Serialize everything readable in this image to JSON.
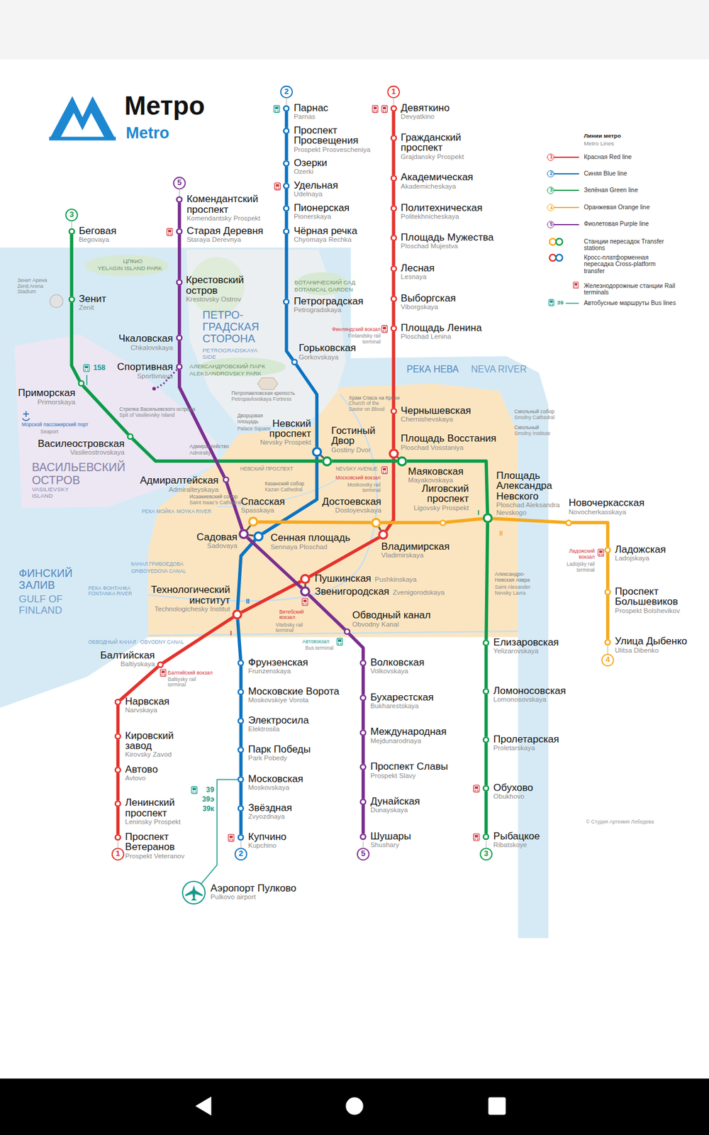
{
  "diagram": {
    "title": "Метро",
    "nodes": [
      {
        "text": [
          "Девяткино",
          "Devyatkino"
        ]
      },
      {
        "text": [
          "Гражданский проспект",
          "Grajdansky Prospekt"
        ]
      },
      {
        "text": [
          "Академическая",
          "Akademicheskaya"
        ]
      },
      {
        "text": [
          "Политехническая",
          "Politekhnicheskaya"
        ]
      },
      {
        "text": [
          "Площадь Мужества",
          "Ploschad Mujestva"
        ]
      },
      {
        "text": [
          "Лесная",
          "Lesnaya"
        ]
      },
      {
        "text": [
          "Выборгская",
          "Viborgskaya"
        ]
      },
      {
        "text": [
          "Площадь Ленина",
          "Ploschad Lenina"
        ]
      },
      {
        "text": [
          "Чернышевская",
          "Chernishevskaya"
        ]
      },
      {
        "text": [
          "Площадь Восстания",
          "Ploschad Vosstaniya"
        ]
      },
      {
        "text": [
          "Владимирская",
          "Vladimirskaya"
        ]
      },
      {
        "text": [
          "Пушкинская",
          "Pushkinskaya"
        ]
      },
      {
        "text": [
          "Технологический институт",
          "Technologichesky Institut"
        ]
      },
      {
        "text": [
          "Балтийская",
          "Baltiyskaya"
        ]
      },
      {
        "text": [
          "Нарвская",
          "Narvskaya"
        ]
      },
      {
        "text": [
          "Кировский завод",
          "Kirovsky Zavod"
        ]
      },
      {
        "text": [
          "Автово",
          "Avtovo"
        ]
      },
      {
        "text": [
          "Ленинский проспект",
          "Leninsky Prospekt"
        ]
      },
      {
        "text": [
          "Проспект Ветеранов",
          "Prospekt Veteranov"
        ]
      },
      {
        "text": [
          "Парнас",
          "Parnas"
        ]
      },
      {
        "text": [
          "Проспект Просвещения",
          "Prospekt Prosvescheniya"
        ]
      },
      {
        "text": [
          "Озерки",
          "Ozerki"
        ]
      },
      {
        "text": [
          "Удельная",
          "Udelnaya"
        ]
      },
      {
        "text": [
          "Пионерская",
          "Pionerskaya"
        ]
      },
      {
        "text": [
          "Чёрная речка",
          "Chyornaya Rechka"
        ]
      },
      {
        "text": [
          "Петроградская",
          "Petrogradskaya"
        ]
      },
      {
        "text": [
          "Горьковская",
          "Gorkovskaya"
        ]
      },
      {
        "text": [
          "Невский проспект",
          "Nevsky Prospekt"
        ]
      },
      {
        "text": [
          "Сенная площадь",
          "Sennaya Ploschad"
        ]
      },
      {
        "text": [
          "Фрунзенская",
          "Frunzenskaya"
        ]
      },
      {
        "text": [
          "Московские Ворота",
          "Moskovskiye Vorota"
        ]
      },
      {
        "text": [
          "Электросила",
          "Elektrosila"
        ]
      },
      {
        "text": [
          "Парк Победы",
          "Park Pobedy"
        ]
      },
      {
        "text": [
          "Московская",
          "Moskovskaya"
        ]
      },
      {
        "text": [
          "Звёздная",
          "Zvyozdnaya"
        ]
      },
      {
        "text": [
          "Купчино",
          "Kupchino"
        ]
      },
      {
        "text": [
          "Беговая",
          "Begovaya"
        ]
      },
      {
        "text": [
          "Зенит",
          "Zenit"
        ]
      },
      {
        "text": [
          "Приморская",
          "Primorskaya"
        ]
      },
      {
        "text": [
          "Василеостровская",
          "Vasileostrovskaya"
        ]
      },
      {
        "text": [
          "Гостиный Двор",
          "Gostiny Dvor"
        ]
      },
      {
        "text": [
          "Маяковская",
          "Mayakovskaya"
        ]
      },
      {
        "text": [
          "Площадь Александра Невского",
          "Ploschad Aleksandra Nevskogo"
        ]
      },
      {
        "text": [
          "Елизаровская",
          "Yelizarovskaya"
        ]
      },
      {
        "text": [
          "Ломоносовская",
          "Lomonosovskaya"
        ]
      },
      {
        "text": [
          "Пролетарская",
          "Proletarskaya"
        ]
      },
      {
        "text": [
          "Обухово",
          "Obukhovo"
        ]
      },
      {
        "text": [
          "Рыбацкое",
          "Ribatskoye"
        ]
      },
      {
        "text": [
          "Спасская",
          "Spasskaya"
        ]
      },
      {
        "text": [
          "Достоевская",
          "Dostoyevskaya"
        ]
      },
      {
        "text": [
          "Лиговский проспект",
          "Ligovsky Prospekt"
        ]
      },
      {
        "text": [
          "Новочеркасская",
          "Novocherkasskaya"
        ]
      },
      {
        "text": [
          "Ладожская",
          "Ladojskaya"
        ]
      },
      {
        "text": [
          "Проспект Большевиков",
          "Prospekt Bolshevikov"
        ]
      },
      {
        "text": [
          "Улица Дыбенко",
          "Ulitsa Dibenko"
        ]
      },
      {
        "text": [
          "Комендантский проспект",
          "Komendantsky Prospekt"
        ]
      },
      {
        "text": [
          "Старая Деревня",
          "Staraya Derevnya"
        ]
      },
      {
        "text": [
          "Крестовский остров",
          "Krestovsky Ostrov"
        ]
      },
      {
        "text": [
          "Чкаловская",
          "Chkalovskaya"
        ]
      },
      {
        "text": [
          "Спортивная",
          "Sportivnaya"
        ]
      },
      {
        "text": [
          "Адмиралтейская",
          "Admiralteyskaya"
        ]
      },
      {
        "text": [
          "Садовая",
          "Sadovaya"
        ]
      },
      {
        "text": [
          "Звенигородская",
          "Zvenigorodskaya"
        ]
      },
      {
        "text": [
          "Обводный канал",
          "Obvodny Kanal"
        ]
      },
      {
        "text": [
          "Волковская",
          "Volkovskaya"
        ]
      },
      {
        "text": [
          "Бухарестская",
          "Bukharestskaya"
        ]
      },
      {
        "text": [
          "Международная",
          "Mejdunarodnaya"
        ]
      },
      {
        "text": [
          "Проспект Славы",
          "Prospekt Slavy"
        ]
      },
      {
        "text": [
          "Дунайская",
          "Dunayskaya"
        ]
      },
      {
        "text": [
          "Шушары",
          "Shushary"
        ]
      },
      {
        "text": [
          "Аэропорт Пулково",
          "Pulkovo airport"
        ]
      }
    ],
    "edges": [
      {
        "from": 0,
        "to": 1,
        "arrow": "none"
      },
      {
        "from": 1,
        "to": 2,
        "arrow": "none"
      },
      {
        "from": 2,
        "to": 3,
        "arrow": "none"
      },
      {
        "from": 3,
        "to": 4,
        "arrow": "none"
      },
      {
        "from": 4,
        "to": 5,
        "arrow": "none"
      },
      {
        "from": 5,
        "to": 6,
        "arrow": "none"
      },
      {
        "from": 6,
        "to": 7,
        "arrow": "none"
      },
      {
        "from": 7,
        "to": 8,
        "arrow": "none"
      },
      {
        "from": 8,
        "to": 9,
        "arrow": "none"
      },
      {
        "from": 9,
        "to": 10,
        "arrow": "none"
      },
      {
        "from": 10,
        "to": 11,
        "arrow": "none"
      },
      {
        "from": 11,
        "to": 12,
        "arrow": "none"
      },
      {
        "from": 12,
        "to": 13,
        "arrow": "none"
      },
      {
        "from": 13,
        "to": 14,
        "arrow": "none"
      },
      {
        "from": 14,
        "to": 15,
        "arrow": "none"
      },
      {
        "from": 15,
        "to": 16,
        "arrow": "none"
      },
      {
        "from": 16,
        "to": 17,
        "arrow": "none"
      },
      {
        "from": 17,
        "to": 18,
        "arrow": "none"
      },
      {
        "from": 19,
        "to": 20,
        "arrow": "none"
      },
      {
        "from": 20,
        "to": 21,
        "arrow": "none"
      },
      {
        "from": 21,
        "to": 22,
        "arrow": "none"
      },
      {
        "from": 22,
        "to": 23,
        "arrow": "none"
      },
      {
        "from": 23,
        "to": 24,
        "arrow": "none"
      },
      {
        "from": 24,
        "to": 25,
        "arrow": "none"
      },
      {
        "from": 25,
        "to": 26,
        "arrow": "none"
      },
      {
        "from": 26,
        "to": 27,
        "arrow": "none"
      },
      {
        "from": 27,
        "to": 28,
        "arrow": "none"
      },
      {
        "from": 28,
        "to": 12,
        "arrow": "none"
      },
      {
        "from": 12,
        "to": 29,
        "arrow": "none"
      },
      {
        "from": 29,
        "to": 30,
        "arrow": "none"
      },
      {
        "from": 30,
        "to": 31,
        "arrow": "none"
      },
      {
        "from": 31,
        "to": 32,
        "arrow": "none"
      },
      {
        "from": 32,
        "to": 33,
        "arrow": "none"
      },
      {
        "from": 33,
        "to": 34,
        "arrow": "none"
      },
      {
        "from": 34,
        "to": 35,
        "arrow": "none"
      },
      {
        "from": 36,
        "to": 37,
        "arrow": "none"
      },
      {
        "from": 37,
        "to": 38,
        "arrow": "none"
      },
      {
        "from": 38,
        "to": 39,
        "arrow": "none"
      },
      {
        "from": 39,
        "to": 40,
        "arrow": "none"
      },
      {
        "from": 40,
        "to": 41,
        "arrow": "none"
      },
      {
        "from": 41,
        "to": 42,
        "arrow": "none"
      },
      {
        "from": 42,
        "to": 43,
        "arrow": "none"
      },
      {
        "from": 43,
        "to": 44,
        "arrow": "none"
      },
      {
        "from": 44,
        "to": 45,
        "arrow": "none"
      },
      {
        "from": 45,
        "to": 46,
        "arrow": "none"
      },
      {
        "from": 46,
        "to": 47,
        "arrow": "none"
      },
      {
        "from": 48,
        "to": 49,
        "arrow": "none"
      },
      {
        "from": 49,
        "to": 50,
        "arrow": "none"
      },
      {
        "from": 50,
        "to": 42,
        "arrow": "none"
      },
      {
        "from": 42,
        "to": 51,
        "arrow": "none"
      },
      {
        "from": 51,
        "to": 52,
        "arrow": "none"
      },
      {
        "from": 52,
        "to": 53,
        "arrow": "none"
      },
      {
        "from": 53,
        "to": 54,
        "arrow": "none"
      },
      {
        "from": 55,
        "to": 56,
        "arrow": "none"
      },
      {
        "from": 56,
        "to": 57,
        "arrow": "none"
      },
      {
        "from": 57,
        "to": 58,
        "arrow": "none"
      },
      {
        "from": 58,
        "to": 59,
        "arrow": "none"
      },
      {
        "from": 59,
        "to": 60,
        "arrow": "none"
      },
      {
        "from": 60,
        "to": 61,
        "arrow": "none"
      },
      {
        "from": 61,
        "to": 62,
        "arrow": "none"
      },
      {
        "from": 62,
        "to": 63,
        "arrow": "none"
      },
      {
        "from": 63,
        "to": 64,
        "arrow": "none"
      },
      {
        "from": 64,
        "to": 65,
        "arrow": "none"
      },
      {
        "from": 65,
        "to": 66,
        "arrow": "none"
      },
      {
        "from": 66,
        "to": 67,
        "arrow": "none"
      },
      {
        "from": 67,
        "to": 68,
        "arrow": "none"
      },
      {
        "from": 68,
        "to": 69,
        "arrow": "none"
      },
      {
        "from": 33,
        "to": 70,
        "arrow": "none"
      },
      {
        "from": 27,
        "to": 40,
        "arrow": "none"
      },
      {
        "from": 9,
        "to": 41,
        "arrow": "none"
      },
      {
        "from": 10,
        "to": 49,
        "arrow": "none"
      },
      {
        "from": 11,
        "to": 62,
        "arrow": "none"
      },
      {
        "from": 28,
        "to": 61,
        "arrow": "none"
      },
      {
        "from": 61,
        "to": 48,
        "arrow": "none"
      }
    ],
    "labels": [
      "Metro",
      "2",
      "1",
      "5",
      "3",
      "1",
      "2",
      "5",
      "3",
      "4",
      "Линии метро",
      "Metro Lines",
      "1",
      "2",
      "3",
      "4",
      "5",
      "ПЕТРО-ГРАДСКАЯ СТОРОНА",
      "PETROGRADSKAYA SIDE",
      "ВАСИЛЬЕВСКИЙ ОСТРОВ",
      "VASILIEVSKY ISLAND",
      "ФИНСКИЙ ЗАЛИВ",
      "GULF OF FINLAND",
      "РЕКА НЕВА",
      "NEVA RIVER",
      "ЦПКиО",
      "YELAGIN ISLAND PARK",
      "Зенит Арена",
      "Zenit Arena Stadium",
      "БОТАНИЧЕСКИЙ САД",
      "BOTANICAL GARDEN",
      "АЛЕКСАНДРОВСКИЙ ПАРК",
      "ALEKSANDROVSKY PARK",
      "Петропавловская крепость",
      "Petropavlovskaya Fortress",
      "Стрелка Васильевского острова",
      "Spit of Vasilievsky Island",
      "Дворцовая площадь",
      "Palace Square",
      "Адмиралтейство",
      "Admiralty",
      "Казанский собор",
      "Kazan Cathedral",
      "Исаакиевский собор",
      "Saint Isaac's Cathedral",
      "Храм Спаса на Крови",
      "Church of the Savior on Blood",
      "Смольный собор",
      "Smolny Cathedral",
      "Смольный",
      "Smolny Institute",
      "Александро-Невская лавра",
      "Saint Alexander Nevsky Lavra",
      "НЕВСКИЙ ПРОСПЕКТ",
      "NEVSKY AVENUE",
      "РЕКА МОЙКА",
      "MOYKA RIVER",
      "КАНАЛ ГРИБОЕДОВА",
      "GRIBOYEDOVA CANAL",
      "РЕКА ФОНТАНКА",
      "FONTANKA RIVER",
      "ОБВОДНЫЙ КАНАЛ",
      "OBVODNY CANAL",
      "Финляндский вокзал",
      "Finlandsky rail terminal",
      "Московский вокзал",
      "Moskovsky rail terminal",
      "Витебский вокзал",
      "Vitebsky rail terminal",
      "Балтийский вокзал",
      "Baltiysky rail terminal",
      "Ладожский вокзал",
      "Ladojsky rail terminal",
      "Автовокзал",
      "Bus terminal",
      "Морской пассажирский порт",
      "Seaport",
      "158",
      "39",
      "39э",
      "39к",
      "39",
      "I",
      "II",
      "I",
      "II",
      "© Студия Артемия Лебедева"
    ],
    "legend": [
      {
        "text": "Красная Red line",
        "color": "#e4312b"
      },
      {
        "text": "Синяя Blue line",
        "color": "#0a73c1"
      },
      {
        "text": "Зелёная Green line",
        "color": "#0b9b48"
      },
      {
        "text": "Оранжевая Orange line",
        "color": "#f6a91d"
      },
      {
        "text": "Фиолетовая Purple line",
        "color": "#7a2e8f"
      },
      {
        "text": "Станции пересадок Transfer stations"
      },
      {
        "text": "Кросс-платформенная пересадка Cross-platform transfer"
      },
      {
        "text": "Железнодорожные станции Rail terminals"
      },
      {
        "text": "Автобусные маршруты Bus lines"
      }
    ]
  }
}
